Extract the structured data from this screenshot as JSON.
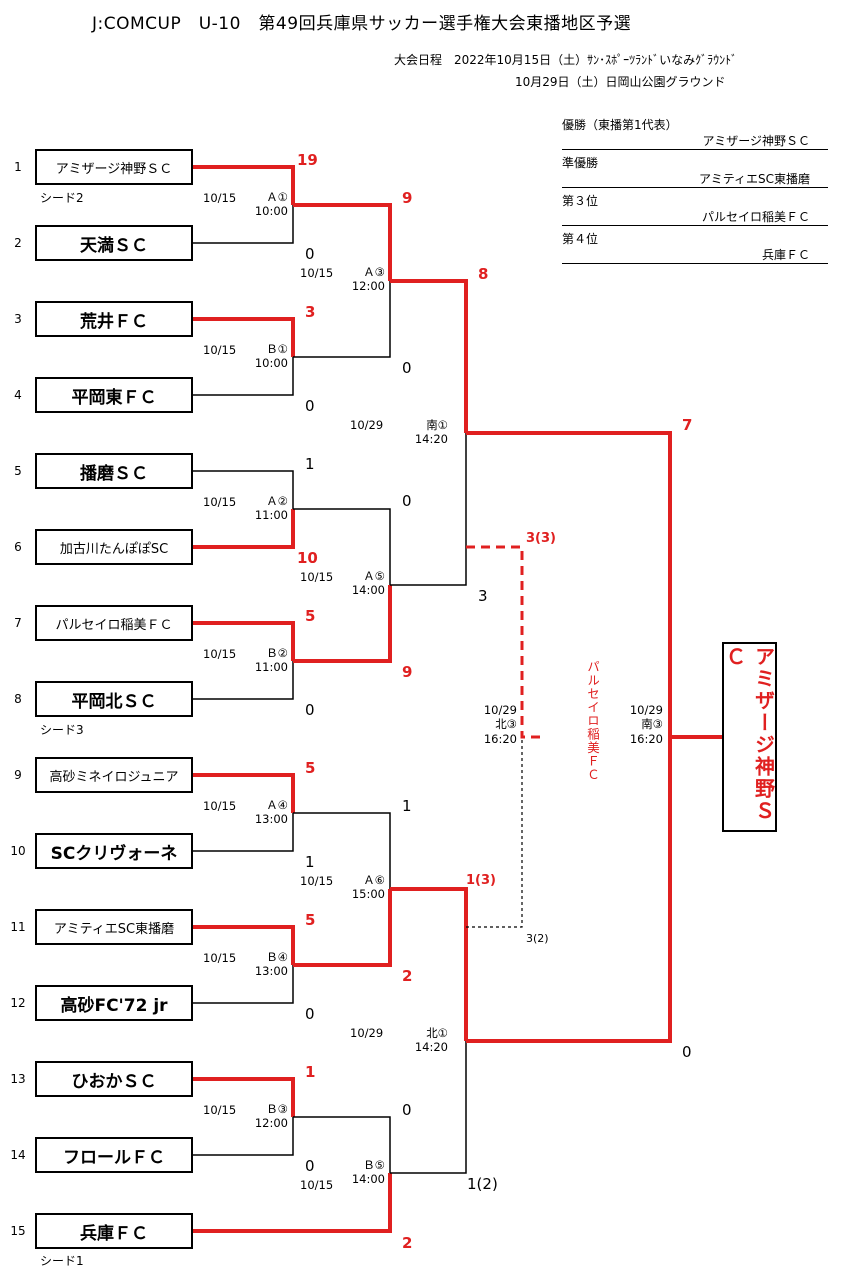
{
  "title": "J:COMCUP　U-10　第49回兵庫県サッカー選手権大会東播地区予選",
  "schedule": {
    "line1": "大会日程　2022年10月15日（土）ｻﾝ･ｽﾎﾟｰﾂﾗﾝﾄﾞいなみｸﾞﾗｳﾝﾄﾞ",
    "line2": "10月29日（土）日岡山公園グラウンド"
  },
  "results": [
    {
      "label": "優勝（東播第1代表）",
      "team": "アミザージ神野ＳＣ"
    },
    {
      "label": "準優勝",
      "team": "アミティエSC東播磨"
    },
    {
      "label": "第３位",
      "team": "パルセイロ稲美ＦＣ"
    },
    {
      "label": "第４位",
      "team": "兵庫ＦＣ"
    }
  ],
  "teams": [
    {
      "no": "1",
      "name": "アミザージ神野ＳＣ",
      "note": "シード2"
    },
    {
      "no": "2",
      "name": "天満ＳＣ",
      "note": ""
    },
    {
      "no": "3",
      "name": "荒井ＦＣ",
      "note": ""
    },
    {
      "no": "4",
      "name": "平岡東ＦＣ",
      "note": ""
    },
    {
      "no": "5",
      "name": "播磨ＳＣ",
      "note": ""
    },
    {
      "no": "6",
      "name": "加古川たんぽぽSC",
      "note": ""
    },
    {
      "no": "7",
      "name": "パルセイロ稲美ＦＣ",
      "note": ""
    },
    {
      "no": "8",
      "name": "平岡北ＳＣ",
      "note": "シード3"
    },
    {
      "no": "9",
      "name": "高砂ミネイロジュニア",
      "note": ""
    },
    {
      "no": "10",
      "name": "SCクリヴォーネ",
      "note": ""
    },
    {
      "no": "11",
      "name": "アミティエSC東播磨",
      "note": ""
    },
    {
      "no": "12",
      "name": "高砂FC'72 jr",
      "note": ""
    },
    {
      "no": "13",
      "name": "ひおかＳＣ",
      "note": ""
    },
    {
      "no": "14",
      "name": "フロールＦＣ",
      "note": ""
    },
    {
      "no": "15",
      "name": "兵庫ＦＣ",
      "note": "シード1"
    }
  ],
  "matches": [
    {
      "date": "10/15",
      "code": "Ａ①",
      "time": "10:00"
    },
    {
      "date": "10/15",
      "code": "Ｂ①",
      "time": "10:00"
    },
    {
      "date": "10/15",
      "code": "Ａ②",
      "time": "11:00"
    },
    {
      "date": "10/15",
      "code": "Ｂ②",
      "time": "11:00"
    },
    {
      "date": "10/15",
      "code": "Ａ④",
      "time": "13:00"
    },
    {
      "date": "10/15",
      "code": "Ｂ④",
      "time": "13:00"
    },
    {
      "date": "10/15",
      "code": "Ｂ③",
      "time": "12:00"
    },
    {
      "date": "10/15",
      "code": "Ａ③",
      "time": "12:00"
    },
    {
      "date": "10/15",
      "code": "Ａ⑤",
      "time": "14:00"
    },
    {
      "date": "10/15",
      "code": "Ａ⑥",
      "time": "15:00"
    },
    {
      "date": "10/15",
      "code": "Ｂ⑤",
      "time": "14:00"
    },
    {
      "date": "10/29",
      "code": "南①",
      "time": "14:20"
    },
    {
      "date": "10/29",
      "code": "北①",
      "time": "14:20"
    },
    {
      "date": "10/29",
      "code": "北③",
      "time": "16:20"
    },
    {
      "date": "10/29",
      "code": "南③",
      "time": "16:20"
    }
  ],
  "scores": [
    {
      "value": "19",
      "win": true
    },
    {
      "value": "0",
      "win": false
    },
    {
      "value": "3",
      "win": true
    },
    {
      "value": "0",
      "win": false
    },
    {
      "value": "1",
      "win": false
    },
    {
      "value": "10",
      "win": true
    },
    {
      "value": "5",
      "win": true
    },
    {
      "value": "0",
      "win": false
    },
    {
      "value": "5",
      "win": true
    },
    {
      "value": "1",
      "win": false
    },
    {
      "value": "5",
      "win": true
    },
    {
      "value": "0",
      "win": false
    },
    {
      "value": "1",
      "win": true
    },
    {
      "value": "0",
      "win": false
    },
    {
      "value": "2",
      "win": true
    },
    {
      "value": "9",
      "win": true
    },
    {
      "value": "0",
      "win": false
    },
    {
      "value": "0",
      "win": false
    },
    {
      "value": "9",
      "win": true
    },
    {
      "value": "1",
      "win": false
    },
    {
      "value": "2",
      "win": true
    },
    {
      "value": "0",
      "win": false
    },
    {
      "value": "1(2)",
      "win": false
    },
    {
      "value": "8",
      "win": true
    },
    {
      "value": "3",
      "win": false
    },
    {
      "value": "1(3)",
      "win": true
    },
    {
      "value": "3(3)",
      "win": true
    },
    {
      "value": "3(2)",
      "win": false
    },
    {
      "value": "7",
      "win": true
    },
    {
      "value": "0",
      "win": false
    }
  ],
  "third_place_winner": "パルセイロ稲美ＦＣ",
  "champion": "アミザージ神野ＳＣ",
  "colors": {
    "win_line": "#e02020",
    "line": "#000000"
  }
}
